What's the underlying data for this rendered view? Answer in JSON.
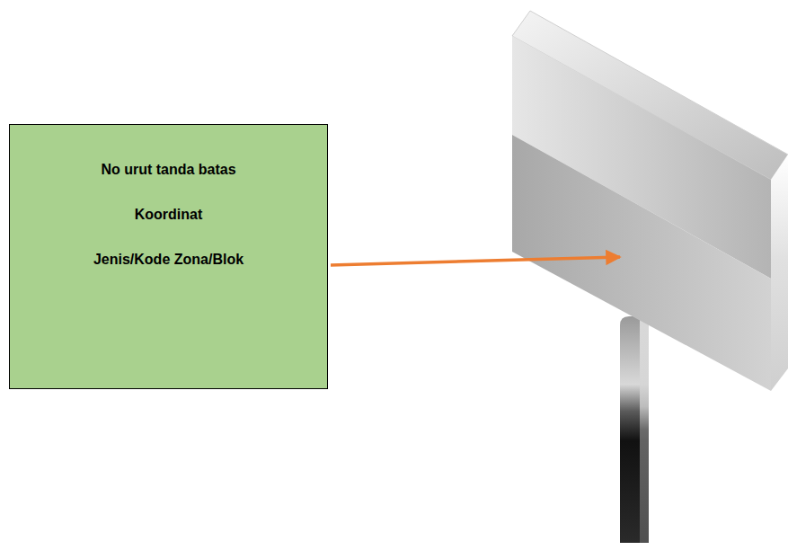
{
  "diagram": {
    "nodes": [
      {
        "text": [
          "No urut tanda batas",
          "Koordinat",
          "Jenis/Kode Zona/Blok"
        ]
      }
    ]
  }
}
